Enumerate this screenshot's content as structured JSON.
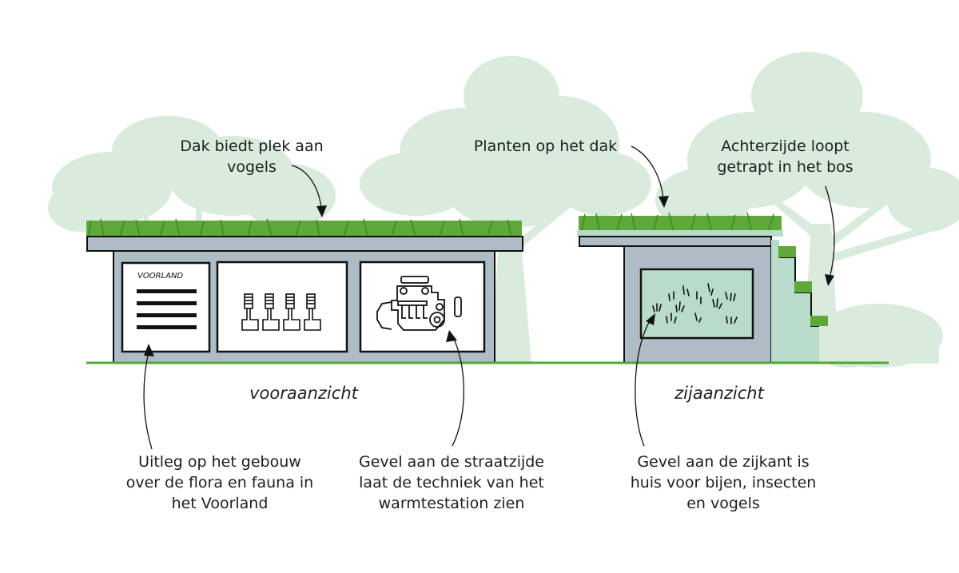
{
  "colors": {
    "tree": "#d8ebdc",
    "grass": "#5fa83a",
    "grass_dark": "#3f8a22",
    "building": "#aebdc5",
    "outline": "#111111",
    "panel_green": "#b8dcc9",
    "ground": "#4daa2f"
  },
  "annotations": {
    "roof_birds": "Dak biedt plek aan\nvogels",
    "roof_plants": "Planten op het dak",
    "rear_stepped": "Achterzijde loopt\ngetrapt in het bos",
    "explanation": "Uitleg op het gebouw\nover de flora en fauna in\nhet Voorland",
    "street_facade": "Gevel aan de straatzijde\nlaat de techniek van het\nwarmtestation zien",
    "side_facade": "Gevel aan de zijkant is\nhuis voor bijen, insecten\nen vogels"
  },
  "views": {
    "front": "vooraanzicht",
    "side": "zijaanzicht"
  },
  "panels": {
    "voorland_title": "VOORLAND",
    "pistons_icon": "pistons-icon",
    "engine_icon": "engine-icon",
    "grass_tufts_icon": "grass-tufts-icon"
  }
}
